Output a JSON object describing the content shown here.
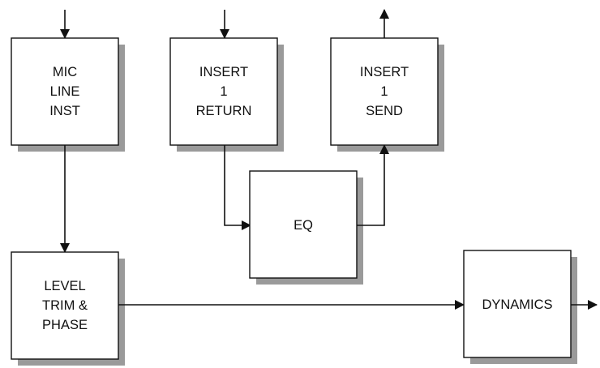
{
  "blocks": {
    "mic_line_inst": {
      "lines": [
        "MIC",
        "LINE",
        "INST"
      ]
    },
    "insert_1_return": {
      "lines": [
        "INSERT",
        "1",
        "RETURN"
      ]
    },
    "insert_1_send": {
      "lines": [
        "INSERT",
        "1",
        "SEND"
      ]
    },
    "eq": {
      "lines": [
        "EQ"
      ]
    },
    "level_trim_phase": {
      "lines": [
        "LEVEL",
        "TRIM &",
        "PHASE"
      ]
    },
    "dynamics": {
      "lines": [
        "DYNAMICS"
      ]
    }
  },
  "colors": {
    "box_fill": "#ffffff",
    "box_stroke": "#111111",
    "shadow": "#9a9a9a",
    "line": "#111111"
  }
}
